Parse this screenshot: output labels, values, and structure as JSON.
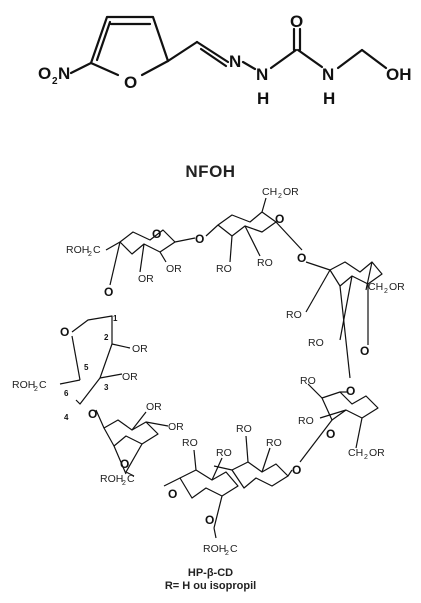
{
  "nfoh": {
    "name": "NFOH",
    "atoms": {
      "o2n_o": "O",
      "o2n_sub": "2",
      "o2n_n": "N",
      "furan_o": "O",
      "azo_n1": "N",
      "azo_n2": "N",
      "nh1_h": "H",
      "carbonyl_o": "O",
      "amide_n": "N",
      "nh2_h": "H",
      "hydroxyl": "OH"
    }
  },
  "cyclodextrin": {
    "name": "HP-β-CD",
    "r_definition": "R= H ou isopropil",
    "groups": {
      "oh": "OR",
      "ro": "RO",
      "ch2or_prefix": "CH",
      "ch2or_sub": "2",
      "ch2or_suffix": "OR",
      "roh2c_prefix": "ROH",
      "roh2c_sub": "2",
      "roh2c_suffix": "C",
      "ring_o": "O"
    },
    "carbon_numbers": [
      "1",
      "2",
      "3",
      "4",
      "5",
      "6"
    ]
  },
  "colors": {
    "ink": "#111111",
    "background": "#ffffff"
  }
}
